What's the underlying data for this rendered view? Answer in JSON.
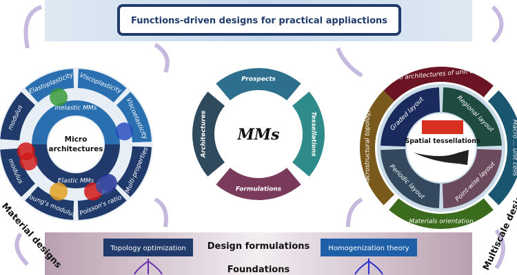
{
  "top_box": {
    "title": "Functions-driven designs for practical appliactions"
  },
  "left_wheel": {
    "center": "Micro architectures",
    "center_line1": "Micro",
    "center_line2": "architectures",
    "inner": [
      "Inelastic MMs",
      "Elastic MMs"
    ],
    "outer": [
      "Elastoplasticity",
      "Viscoplasticity",
      "Viscoelasticity",
      "Multi-properties",
      "Poisson's ratio",
      "Young's modulus",
      "modulus",
      "modulus"
    ]
  },
  "center_hub": {
    "title": "MMs",
    "segments": [
      "Prospects",
      "Tessellations",
      "Formulations",
      "Architectures"
    ]
  },
  "right_wheel": {
    "center": "Spatial tessellations",
    "inner": [
      "Graded layout",
      "Regional layout",
      "Point-wise layout",
      "Periodic layout"
    ],
    "outer": [
      "Micro architectures of unit cells",
      "Macro ... unit cells",
      "Materials orientation",
      "Macrostructural topology"
    ]
  },
  "bottom_band": {
    "title": "Design formulations",
    "subtitle": "Foundations",
    "left_box": "Topology optimization",
    "right_box": "Homogenization theory"
  },
  "side_labels": {
    "left": "Material designs",
    "right": "Multiscale designs"
  },
  "colors": {
    "navy": "#1f3a6b",
    "blue": "#2a6fb0",
    "maroon": "#6b1424",
    "teal": "#1b5670",
    "green": "#3b6b1c",
    "brown": "#7a5a1c"
  }
}
